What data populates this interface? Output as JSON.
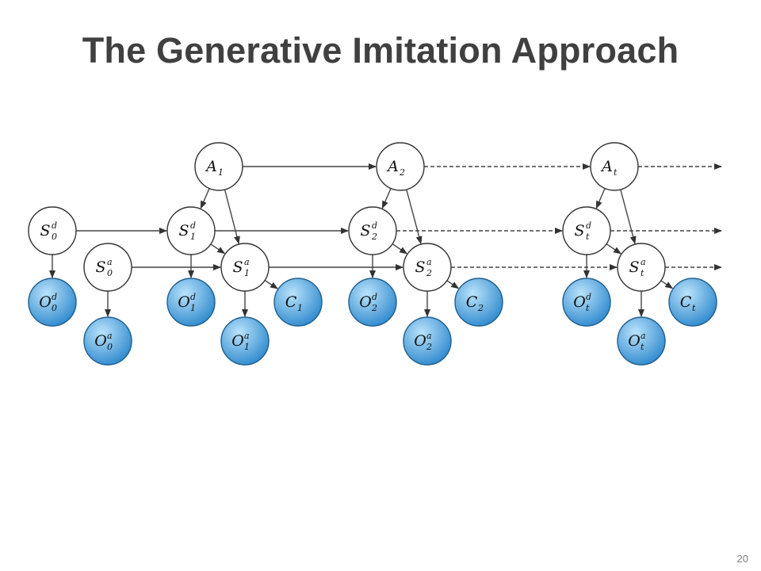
{
  "slide": {
    "title": "The Generative Imitation Approach",
    "page_number": "20"
  },
  "diagram": {
    "nodes": [
      {
        "id": "A1",
        "letter": "A",
        "sup": "",
        "sub": "1",
        "kind": "latent"
      },
      {
        "id": "A2",
        "letter": "A",
        "sup": "",
        "sub": "2",
        "kind": "latent"
      },
      {
        "id": "At",
        "letter": "A",
        "sup": "",
        "sub": "t",
        "kind": "latent"
      },
      {
        "id": "Sd0",
        "letter": "S",
        "sup": "d",
        "sub": "0",
        "kind": "latent"
      },
      {
        "id": "Sd1",
        "letter": "S",
        "sup": "d",
        "sub": "1",
        "kind": "latent"
      },
      {
        "id": "Sd2",
        "letter": "S",
        "sup": "d",
        "sub": "2",
        "kind": "latent"
      },
      {
        "id": "Sdt",
        "letter": "S",
        "sup": "d",
        "sub": "t",
        "kind": "latent"
      },
      {
        "id": "Sa0",
        "letter": "S",
        "sup": "a",
        "sub": "0",
        "kind": "latent"
      },
      {
        "id": "Sa1",
        "letter": "S",
        "sup": "a",
        "sub": "1",
        "kind": "latent"
      },
      {
        "id": "Sa2",
        "letter": "S",
        "sup": "a",
        "sub": "2",
        "kind": "latent"
      },
      {
        "id": "Sat",
        "letter": "S",
        "sup": "a",
        "sub": "t",
        "kind": "latent"
      },
      {
        "id": "Od0",
        "letter": "O",
        "sup": "d",
        "sub": "0",
        "kind": "observed"
      },
      {
        "id": "Od1",
        "letter": "O",
        "sup": "d",
        "sub": "1",
        "kind": "observed"
      },
      {
        "id": "Od2",
        "letter": "O",
        "sup": "d",
        "sub": "2",
        "kind": "observed"
      },
      {
        "id": "Odt",
        "letter": "O",
        "sup": "d",
        "sub": "t",
        "kind": "observed"
      },
      {
        "id": "Oa0",
        "letter": "O",
        "sup": "a",
        "sub": "0",
        "kind": "observed"
      },
      {
        "id": "Oa1",
        "letter": "O",
        "sup": "a",
        "sub": "1",
        "kind": "observed"
      },
      {
        "id": "Oa2",
        "letter": "O",
        "sup": "a",
        "sub": "2",
        "kind": "observed"
      },
      {
        "id": "Oat",
        "letter": "O",
        "sup": "a",
        "sub": "t",
        "kind": "observed"
      },
      {
        "id": "C1",
        "letter": "C",
        "sup": "",
        "sub": "1",
        "kind": "observed"
      },
      {
        "id": "C2",
        "letter": "C",
        "sup": "",
        "sub": "2",
        "kind": "observed"
      },
      {
        "id": "Ct",
        "letter": "C",
        "sup": "",
        "sub": "t",
        "kind": "observed"
      }
    ],
    "edges": [
      {
        "from": "A1",
        "to": "A2",
        "style": "solid"
      },
      {
        "from": "A2",
        "to": "At",
        "style": "dashed"
      },
      {
        "from": "At",
        "to": "out-A",
        "style": "dashed"
      },
      {
        "from": "Sd0",
        "to": "Sd1",
        "style": "solid"
      },
      {
        "from": "Sd1",
        "to": "Sd2",
        "style": "solid"
      },
      {
        "from": "Sd2",
        "to": "Sdt",
        "style": "dashed"
      },
      {
        "from": "Sdt",
        "to": "out-Sd",
        "style": "dashed"
      },
      {
        "from": "Sa0",
        "to": "Sa1",
        "style": "solid"
      },
      {
        "from": "Sa1",
        "to": "Sa2",
        "style": "solid"
      },
      {
        "from": "Sa2",
        "to": "Sat",
        "style": "dashed"
      },
      {
        "from": "Sat",
        "to": "out-Sa",
        "style": "dashed"
      },
      {
        "from": "A1",
        "to": "Sd1",
        "style": "solid"
      },
      {
        "from": "A1",
        "to": "Sa1",
        "style": "solid"
      },
      {
        "from": "A2",
        "to": "Sd2",
        "style": "solid"
      },
      {
        "from": "A2",
        "to": "Sa2",
        "style": "solid"
      },
      {
        "from": "At",
        "to": "Sdt",
        "style": "solid"
      },
      {
        "from": "At",
        "to": "Sat",
        "style": "solid"
      },
      {
        "from": "Sd1",
        "to": "Sa1",
        "style": "solid"
      },
      {
        "from": "Sd2",
        "to": "Sa2",
        "style": "solid"
      },
      {
        "from": "Sdt",
        "to": "Sat",
        "style": "solid"
      },
      {
        "from": "Sd0",
        "to": "Od0",
        "style": "solid"
      },
      {
        "from": "Sd1",
        "to": "Od1",
        "style": "solid"
      },
      {
        "from": "Sd2",
        "to": "Od2",
        "style": "solid"
      },
      {
        "from": "Sdt",
        "to": "Odt",
        "style": "solid"
      },
      {
        "from": "Sa0",
        "to": "Oa0",
        "style": "solid"
      },
      {
        "from": "Sa1",
        "to": "Oa1",
        "style": "solid"
      },
      {
        "from": "Sa2",
        "to": "Oa2",
        "style": "solid"
      },
      {
        "from": "Sat",
        "to": "Oat",
        "style": "solid"
      },
      {
        "from": "Sa1",
        "to": "C1",
        "style": "solid"
      },
      {
        "from": "Sa2",
        "to": "C2",
        "style": "solid"
      },
      {
        "from": "Sat",
        "to": "Ct",
        "style": "solid"
      }
    ],
    "colors": {
      "observed_fill_light": "#b9e3fb",
      "observed_fill_dark": "#2a86cc",
      "observed_stroke": "#1f5f8e",
      "latent_fill": "#ffffff",
      "edge": "#444444"
    }
  }
}
